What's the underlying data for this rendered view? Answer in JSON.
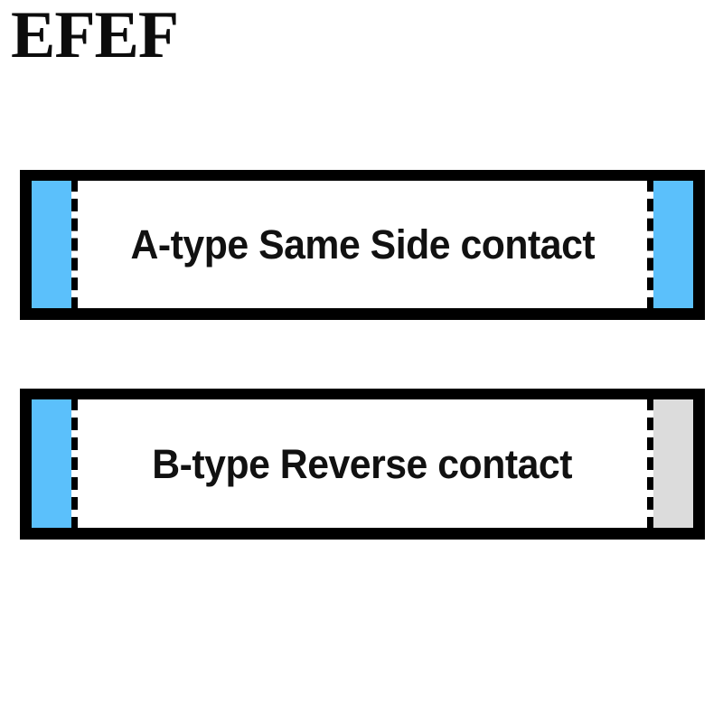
{
  "brand": {
    "logo_text": "EFEF"
  },
  "colors": {
    "frame": "#000000",
    "body": "#ffffff",
    "pad_blue": "#5bc0fb",
    "pad_gray": "#dcdcdc",
    "text": "#111111"
  },
  "diagrams": [
    {
      "id": "a-type",
      "label": "A-type Same Side contact",
      "left_pad": "blue",
      "right_pad": "blue",
      "left_dash": true,
      "right_dash": true
    },
    {
      "id": "b-type",
      "label": "B-type Reverse contact",
      "left_pad": "blue",
      "right_pad": "gray",
      "left_dash": true,
      "right_dash": true
    }
  ]
}
